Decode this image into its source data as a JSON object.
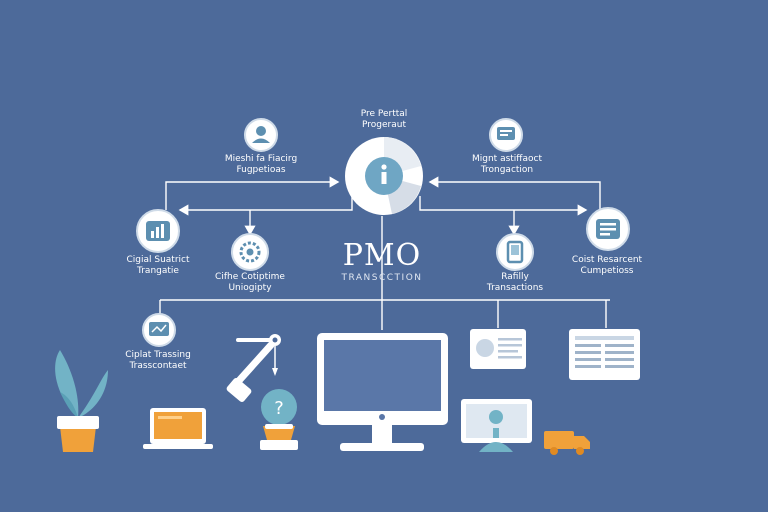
{
  "center": {
    "title": "PMO",
    "subtitle": "TRANSCCTION",
    "top_label_line1": "Pre Perttal",
    "top_label_line2": "Progeraut"
  },
  "nodes": {
    "top_left": {
      "line1": "Mieshi fa Fiacirg",
      "line2": "Fugpetioas"
    },
    "top_right": {
      "line1": "Mignt astiffaoct",
      "line2": "Trongaction"
    },
    "mid_left": {
      "line1": "Cigial Suatrict",
      "line2": "Trangatie"
    },
    "mid_left2": {
      "line1": "Cifhe Cotiptime",
      "line2": "Uniogipty"
    },
    "mid_right2": {
      "line1": "Rafilly",
      "line2": "Transactions"
    },
    "mid_right": {
      "line1": "Coist Resarcent",
      "line2": "Cumpetioss"
    },
    "bottom_left": {
      "line1": "Ciplat Trassing",
      "line2": "Trasscontaet"
    }
  },
  "colors": {
    "background": "#4d6a9a",
    "accent": "#6fa6c4",
    "orange": "#f0a13a",
    "teal": "#6fb3c4",
    "line": "#ffffff"
  }
}
